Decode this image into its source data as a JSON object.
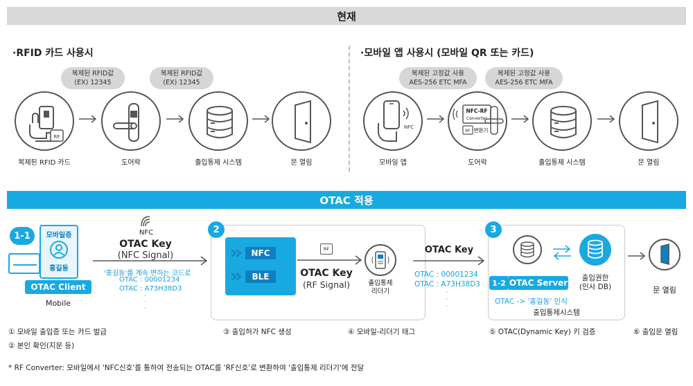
{
  "colors": {
    "accent": "#19a9e1",
    "gray_bar": "#d9d9d9",
    "pill": "#d6d6d6",
    "dark_blue": "#0e7fbf"
  },
  "top": {
    "header": "현재",
    "rfid": {
      "title": "·RFID 카드 사용시",
      "pill1": "복제된 RFID값\n(EX) 12345",
      "pill2": "복제된 RFID값\n(EX) 12345",
      "labels": [
        "복제된 RFID 카드",
        "도어락",
        "출입통제 시스템",
        "문 열림"
      ],
      "rf_tag": "RF"
    },
    "mobile": {
      "title": "·모바일 앱 사용시 (모바일 QR 또는 카드)",
      "pill1": "복제된 고정값 사용\nAES-256 ETC MFA",
      "pill2": "복제된 고정값 사용\nAES-256 ETC MFA",
      "labels": [
        "모바일 앱",
        "도어락",
        "출입통제 시스템",
        "문 열림"
      ],
      "nfc_tag": "NFC",
      "converter_title": "NFC-RF",
      "converter_sub": "Converter",
      "converter_label": "변환기",
      "rf_tag": "RF"
    }
  },
  "bottom": {
    "header": "OTAC 적용",
    "step1": {
      "badge": "1-1",
      "card_title": "모바일증",
      "card_name": "홍길동",
      "client_label": "OTAC Client",
      "device_label": "Mobile"
    },
    "signal1": {
      "nfc": "NFC",
      "key_title": "OTAC Key",
      "key_sub": "(NFC Signal)",
      "note": "'홍길동'를 계속 변하는 코드로",
      "code1": "OTAC : 00001234",
      "code2": "OTAC : A73H38D3",
      "dots": "·\n·\n·"
    },
    "step2": {
      "badge": "2",
      "nfc": "NFC",
      "ble": "BLE",
      "rf_tag": "RF",
      "key_title": "OTAC Key",
      "key_sub": "(RF Signal)",
      "reader_label": "출입통제\n리더기"
    },
    "signal2": {
      "key_title": "OTAC Key",
      "code1": "OTAC : 00001234",
      "code2": "OTAC : A73H38D3",
      "dots": "·\n·\n·"
    },
    "step3": {
      "badge": "3",
      "sub_badge": "1-2",
      "server_label": "OTAC Server",
      "db_label": "출입권한\n(인사 DB)",
      "result": "OTAC -> '홍길동' 인식",
      "system_label": "출입통제시스템"
    },
    "door_label": "문 열림",
    "steps": [
      "① 모바일 출입증 또는 카드 발급",
      "② 본인 확인(지문 등)",
      "③ 출입허가 NFC 생성",
      "④ 모바일-리더기 태그",
      "⑤ OTAC(Dynamic Key) 키 검증",
      "⑥ 출입문 열림"
    ],
    "footnote": "* RF Converter: 모바일에서 'NFC신호'를 통하여 전송되는 OTAC를 'RF신호'로 변환하여 '출입통제 리더기'에 전달"
  }
}
